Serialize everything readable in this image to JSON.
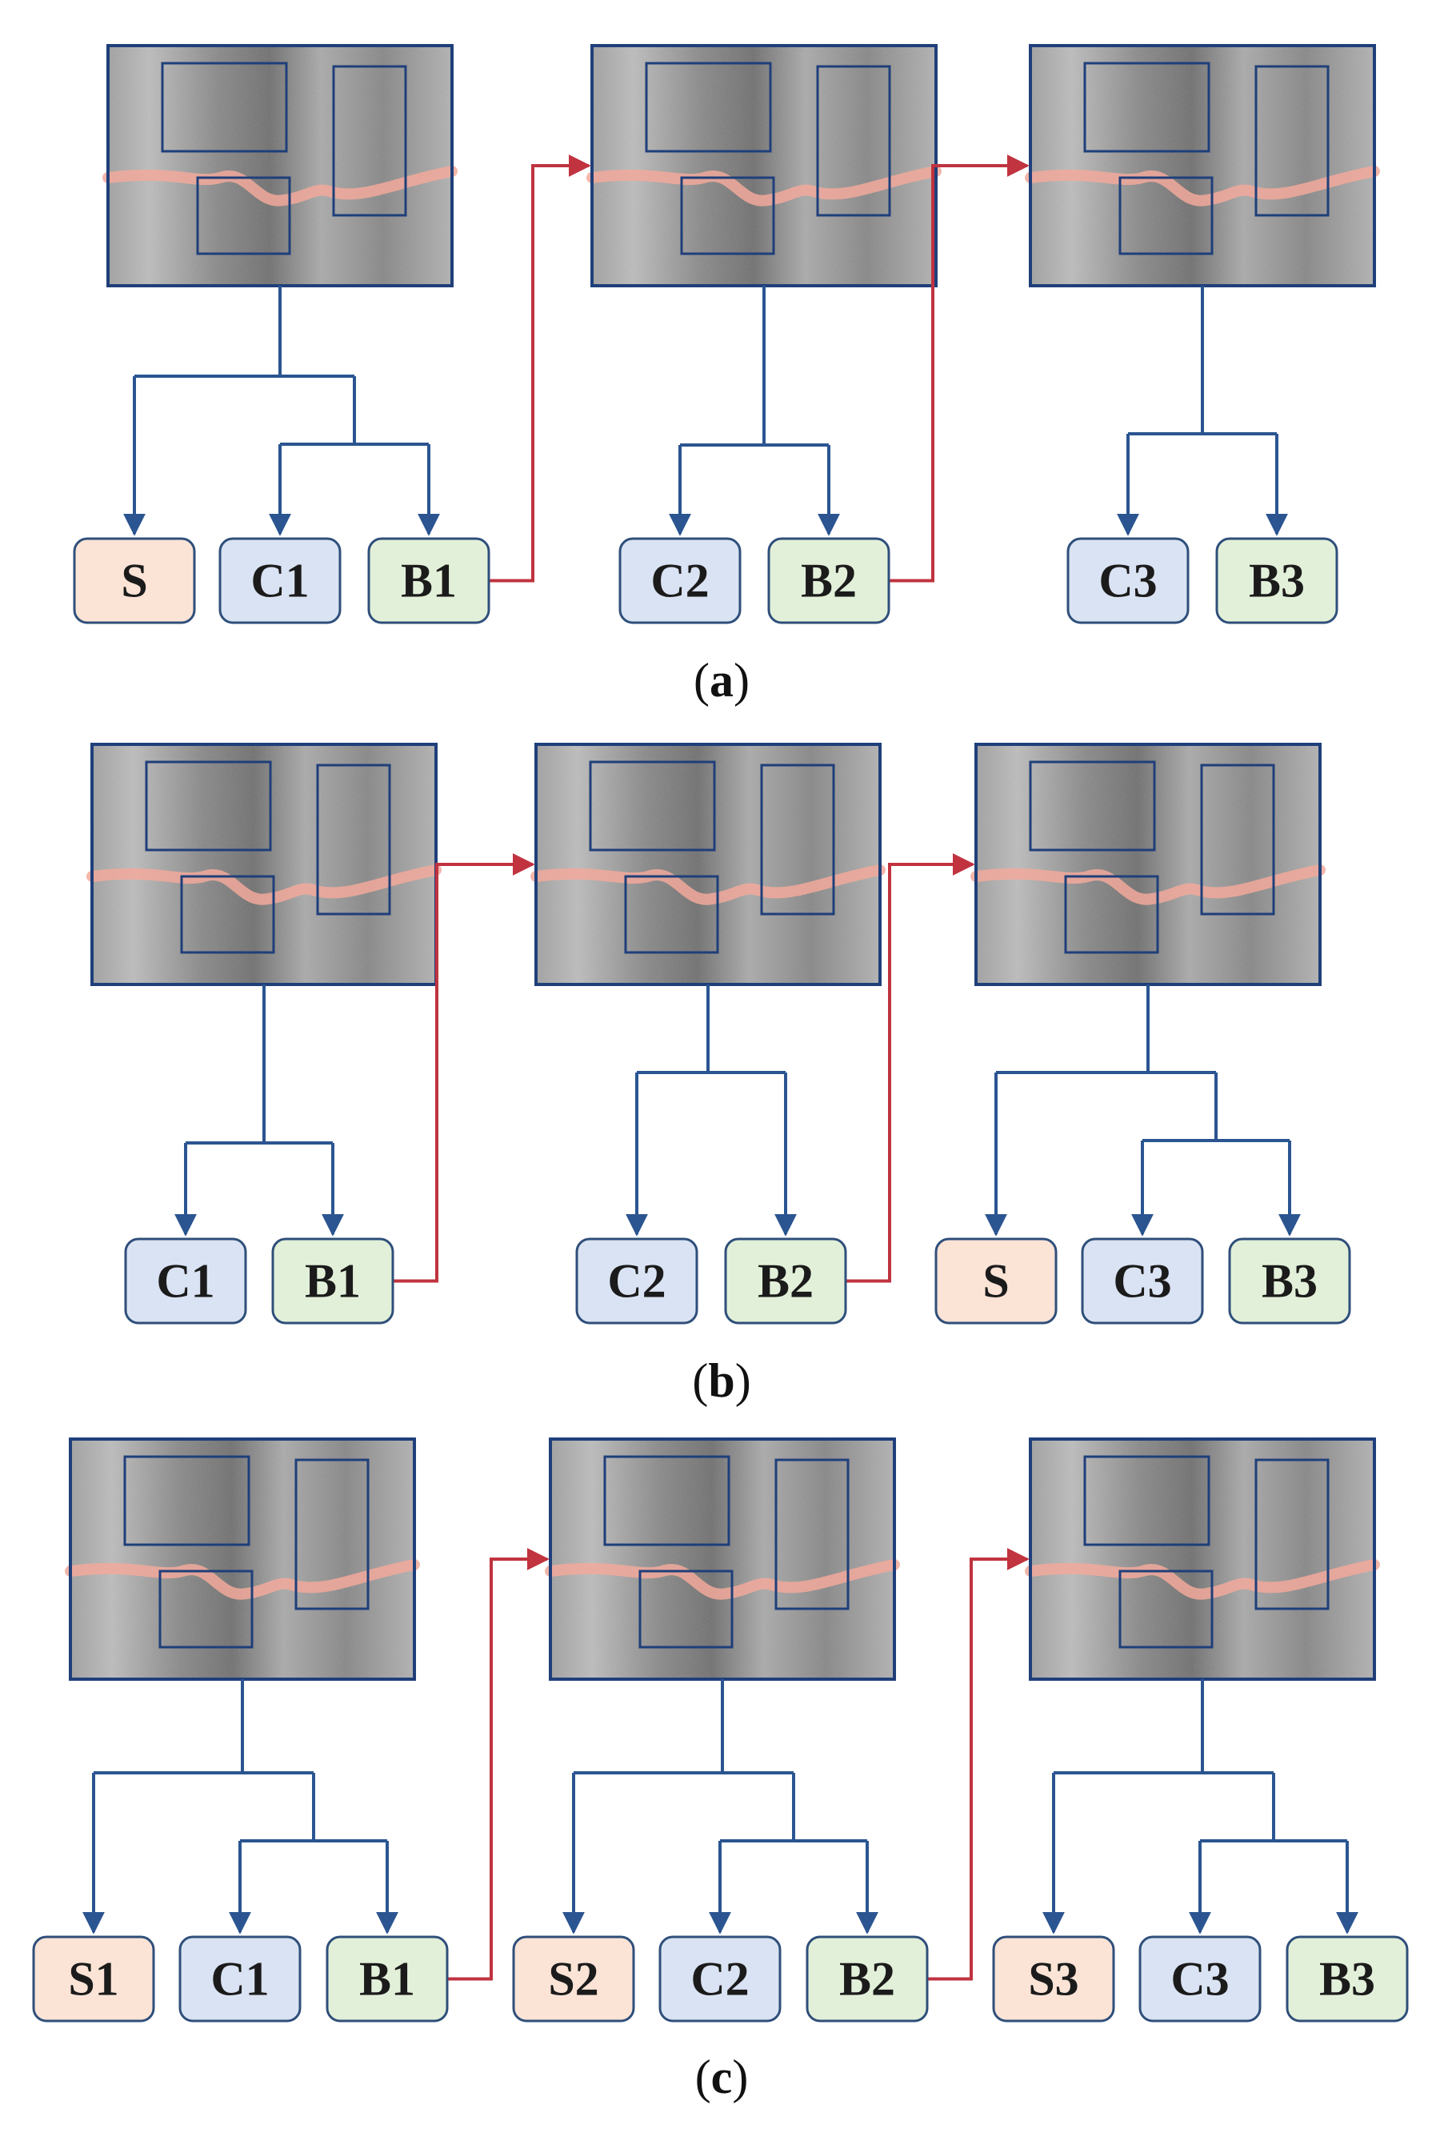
{
  "colors": {
    "tree_line": "#2b5591",
    "transfer_line": "#c0333f",
    "S": "#fbe3d6",
    "C": "#dae3f3",
    "B": "#e2f0d9",
    "box_stroke": "#2f4f7a",
    "image_border": "#1f3f7a"
  },
  "panels": [
    {
      "caption": "a",
      "nodes": [
        [
          {
            "label": "S",
            "kind": "S"
          },
          {
            "label": "C1",
            "kind": "C"
          },
          {
            "label": "B1",
            "kind": "B"
          }
        ],
        [
          {
            "label": "C2",
            "kind": "C"
          },
          {
            "label": "B2",
            "kind": "B"
          }
        ],
        [
          {
            "label": "C3",
            "kind": "C"
          },
          {
            "label": "B3",
            "kind": "B"
          }
        ]
      ]
    },
    {
      "caption": "b",
      "nodes": [
        [
          {
            "label": "C1",
            "kind": "C"
          },
          {
            "label": "B1",
            "kind": "B"
          }
        ],
        [
          {
            "label": "C2",
            "kind": "C"
          },
          {
            "label": "B2",
            "kind": "B"
          }
        ],
        [
          {
            "label": "S",
            "kind": "S"
          },
          {
            "label": "C3",
            "kind": "C"
          },
          {
            "label": "B3",
            "kind": "B"
          }
        ]
      ]
    },
    {
      "caption": "c",
      "nodes": [
        [
          {
            "label": "S1",
            "kind": "S"
          },
          {
            "label": "C1",
            "kind": "C"
          },
          {
            "label": "B1",
            "kind": "B"
          }
        ],
        [
          {
            "label": "S2",
            "kind": "S"
          },
          {
            "label": "C2",
            "kind": "C"
          },
          {
            "label": "B2",
            "kind": "B"
          }
        ],
        [
          {
            "label": "S3",
            "kind": "S"
          },
          {
            "label": "C3",
            "kind": "C"
          },
          {
            "label": "B3",
            "kind": "B"
          }
        ]
      ]
    }
  ]
}
